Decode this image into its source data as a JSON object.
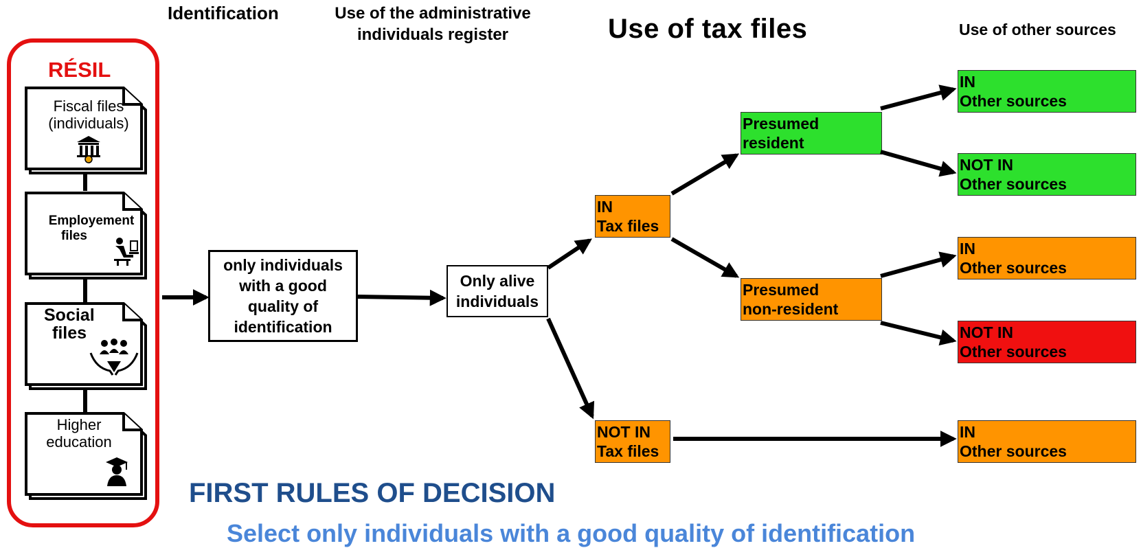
{
  "headers": {
    "identification": "Identification",
    "admin_register_line1": "Use of the administrative",
    "admin_register_line2": "individuals register",
    "tax_files": "Use of tax files",
    "other_sources": "Use of other sources"
  },
  "resil": {
    "title": "RÉSIL",
    "files": [
      {
        "line1": "Fiscal files",
        "line2": "(individuals)",
        "icon": "bank-icon"
      },
      {
        "line1": "Employement",
        "line2": "files",
        "icon": "worker-at-computer-icon"
      },
      {
        "line1": "Social",
        "line2": "files",
        "icon": "people-in-hands-icon"
      },
      {
        "line1": "Higher",
        "line2": "education",
        "icon": "graduate-icon"
      }
    ]
  },
  "steps": {
    "good_quality": {
      "line1": "only individuals",
      "line2": "with a good",
      "line3": "quality of",
      "line4": "identification"
    },
    "alive": {
      "line1": "Only alive",
      "line2": "individuals"
    }
  },
  "tax": {
    "in": {
      "line1": "IN",
      "line2": "Tax files"
    },
    "not_in": {
      "line1": "NOT IN",
      "line2": "Tax files"
    }
  },
  "residence": {
    "resident": {
      "line1": "Presumed",
      "line2": "resident"
    },
    "non_resident": {
      "line1": "Presumed",
      "line2": "non-resident"
    }
  },
  "outcomes": [
    {
      "line1": "IN",
      "line2": "Other sources",
      "color": "#2de02d"
    },
    {
      "line1": "NOT IN",
      "line2": "Other sources",
      "color": "#2de02d"
    },
    {
      "line1": "IN",
      "line2": "Other sources",
      "color": "#ff9400"
    },
    {
      "line1": "NOT IN",
      "line2": "Other sources",
      "color": "#f01010"
    },
    {
      "line1": "IN",
      "line2": "Other sources",
      "color": "#ff9400"
    }
  ],
  "footer": {
    "title": "FIRST RULES OF DECISION",
    "subtitle": "Select only individuals with a good quality of identification"
  }
}
